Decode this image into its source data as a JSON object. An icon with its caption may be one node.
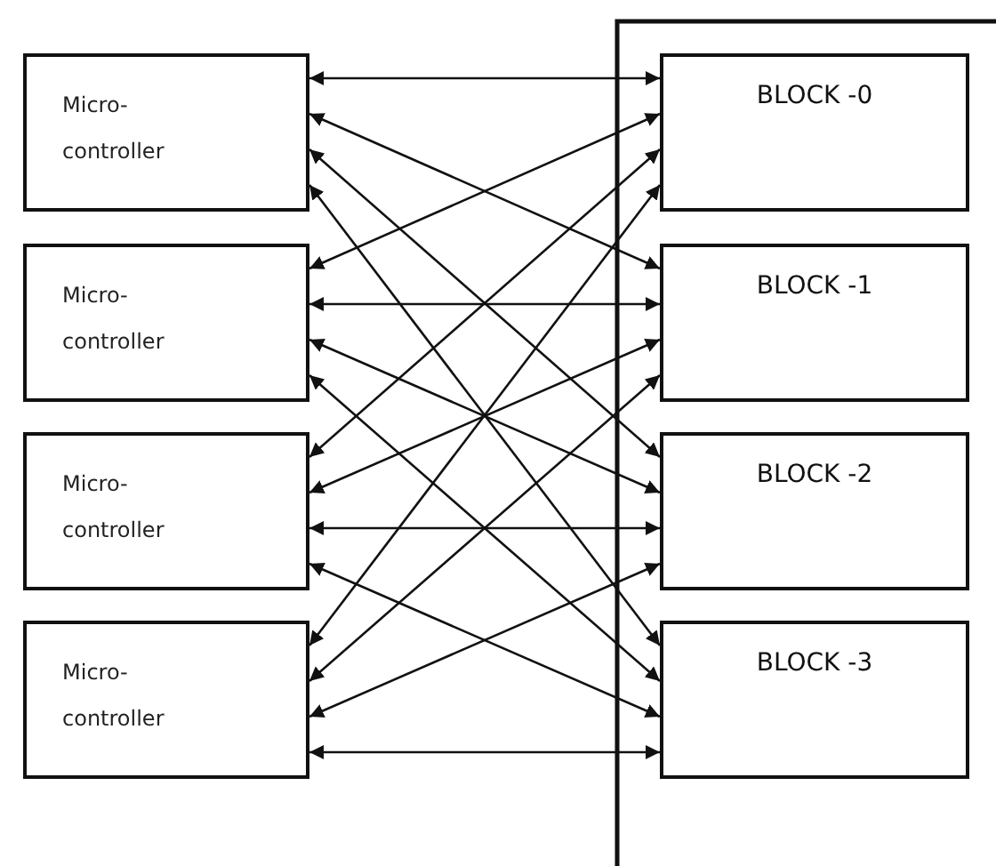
{
  "diagram": {
    "nodes": [
      {
        "text": [
          "Micro- controller"
        ]
      },
      {
        "text": [
          "Micro- controller"
        ]
      },
      {
        "text": [
          "Micro- controller"
        ]
      },
      {
        "text": [
          "Micro- controller"
        ]
      },
      {
        "text": [
          "BLOCK -0"
        ]
      },
      {
        "text": [
          "BLOCK -1"
        ]
      },
      {
        "text": [
          "BLOCK -2"
        ]
      },
      {
        "text": [
          "BLOCK -3"
        ]
      }
    ],
    "edges": [
      {
        "from": 0,
        "to": 4,
        "arrow": "both"
      },
      {
        "from": 0,
        "to": 5,
        "arrow": "both"
      },
      {
        "from": 0,
        "to": 6,
        "arrow": "both"
      },
      {
        "from": 0,
        "to": 7,
        "arrow": "both"
      },
      {
        "from": 1,
        "to": 4,
        "arrow": "both"
      },
      {
        "from": 1,
        "to": 5,
        "arrow": "both"
      },
      {
        "from": 1,
        "to": 6,
        "arrow": "both"
      },
      {
        "from": 1,
        "to": 7,
        "arrow": "both"
      },
      {
        "from": 2,
        "to": 4,
        "arrow": "both"
      },
      {
        "from": 2,
        "to": 5,
        "arrow": "both"
      },
      {
        "from": 2,
        "to": 6,
        "arrow": "both"
      },
      {
        "from": 2,
        "to": 7,
        "arrow": "both"
      },
      {
        "from": 3,
        "to": 4,
        "arrow": "both"
      },
      {
        "from": 3,
        "to": 5,
        "arrow": "both"
      },
      {
        "from": 3,
        "to": 6,
        "arrow": "both"
      },
      {
        "from": 3,
        "to": 7,
        "arrow": "both"
      }
    ]
  }
}
